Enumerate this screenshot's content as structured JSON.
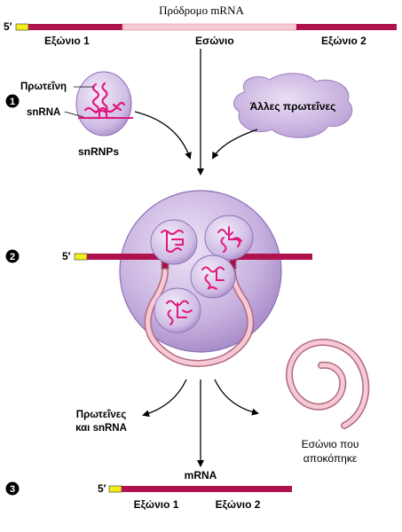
{
  "title": "Πρόδρομο mRNA",
  "five_prime": "5′",
  "pre_mrna": {
    "exon1_label": "Εξώνιο 1",
    "intron_label": "Εσώνιο",
    "exon2_label": "Εξώνιο 2"
  },
  "steps": [
    "1",
    "2",
    "3"
  ],
  "snrnp": {
    "protein_label": "Πρωτεΐνη",
    "snrna_label": "snRNA",
    "caption": "snRNPs"
  },
  "other_proteins_label": "Άλλες πρωτεΐνες",
  "products": {
    "released_line1": "Πρωτεΐνες",
    "released_line2": "και snRNA",
    "excised_line1": "Εσώνιο που",
    "excised_line2": "αποκόπηκε"
  },
  "mrna": {
    "label": "mRNA",
    "exon1_label": "Εξώνιο 1",
    "exon2_label": "Εξώνιο 2"
  },
  "colors": {
    "exon": "#b0124e",
    "intron": "#f6c9d4",
    "cap": "#f2ee1a",
    "lavender": "#c2aadb",
    "lavender_dark": "#a486c6",
    "snrna": "#e0197d"
  }
}
